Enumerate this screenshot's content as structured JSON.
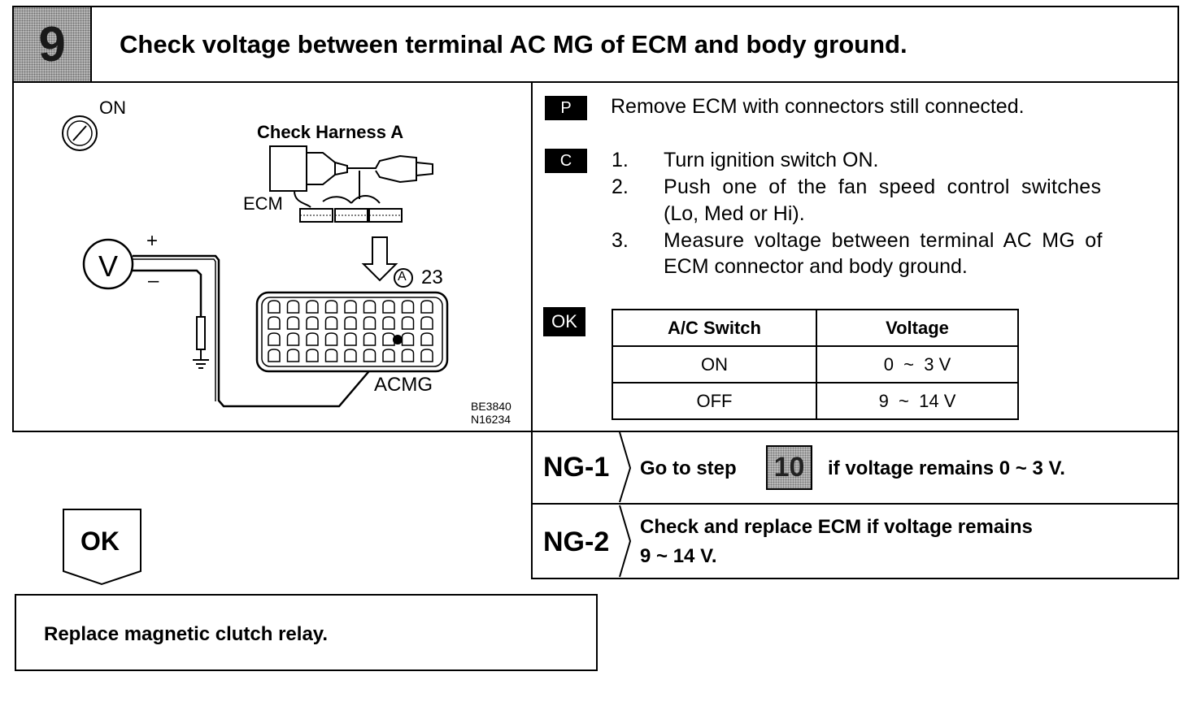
{
  "header": {
    "step_number": "9",
    "title": "Check voltage between terminal AC MG of ECM and body ground."
  },
  "figure": {
    "ignition_label": "ON",
    "harness_title": "Check Harness A",
    "ecm_label": "ECM",
    "plus_label": "+",
    "minus_label": "–",
    "meter_label": "V",
    "connector_letter": "A",
    "pin_number": "23",
    "terminal_label": "ACMG",
    "ref_code_1": "BE3840",
    "ref_code_2": "N16234"
  },
  "instructions": {
    "prep_tag": "P",
    "prep_text": "Remove ECM with connectors still connected.",
    "check_tag": "C",
    "steps": [
      {
        "num": "1.",
        "lines": [
          "Turn ignition switch ON."
        ]
      },
      {
        "num": "2.",
        "lines": [
          "Push one of the fan speed control switches",
          "(Lo, Med or Hi)."
        ]
      },
      {
        "num": "3.",
        "lines": [
          "Measure voltage between terminal AC MG of",
          "ECM connector and body ground."
        ]
      }
    ],
    "ok_tag": "OK",
    "table": {
      "headers": [
        "A/C Switch",
        "Voltage"
      ],
      "rows": [
        [
          "ON",
          "0  ~  3 V"
        ],
        [
          "OFF",
          "9  ~  14 V"
        ]
      ]
    }
  },
  "ng": [
    {
      "label": "NG-1",
      "text_before": "Go to step",
      "step_ref": "10",
      "text_after": "if voltage remains 0 ~ 3 V."
    },
    {
      "label": "NG-2",
      "lines": [
        "Check and replace ECM if voltage remains",
        "9 ~ 14 V."
      ]
    }
  ],
  "ok_branch": {
    "label": "OK",
    "result": "Replace magnetic clutch relay."
  }
}
